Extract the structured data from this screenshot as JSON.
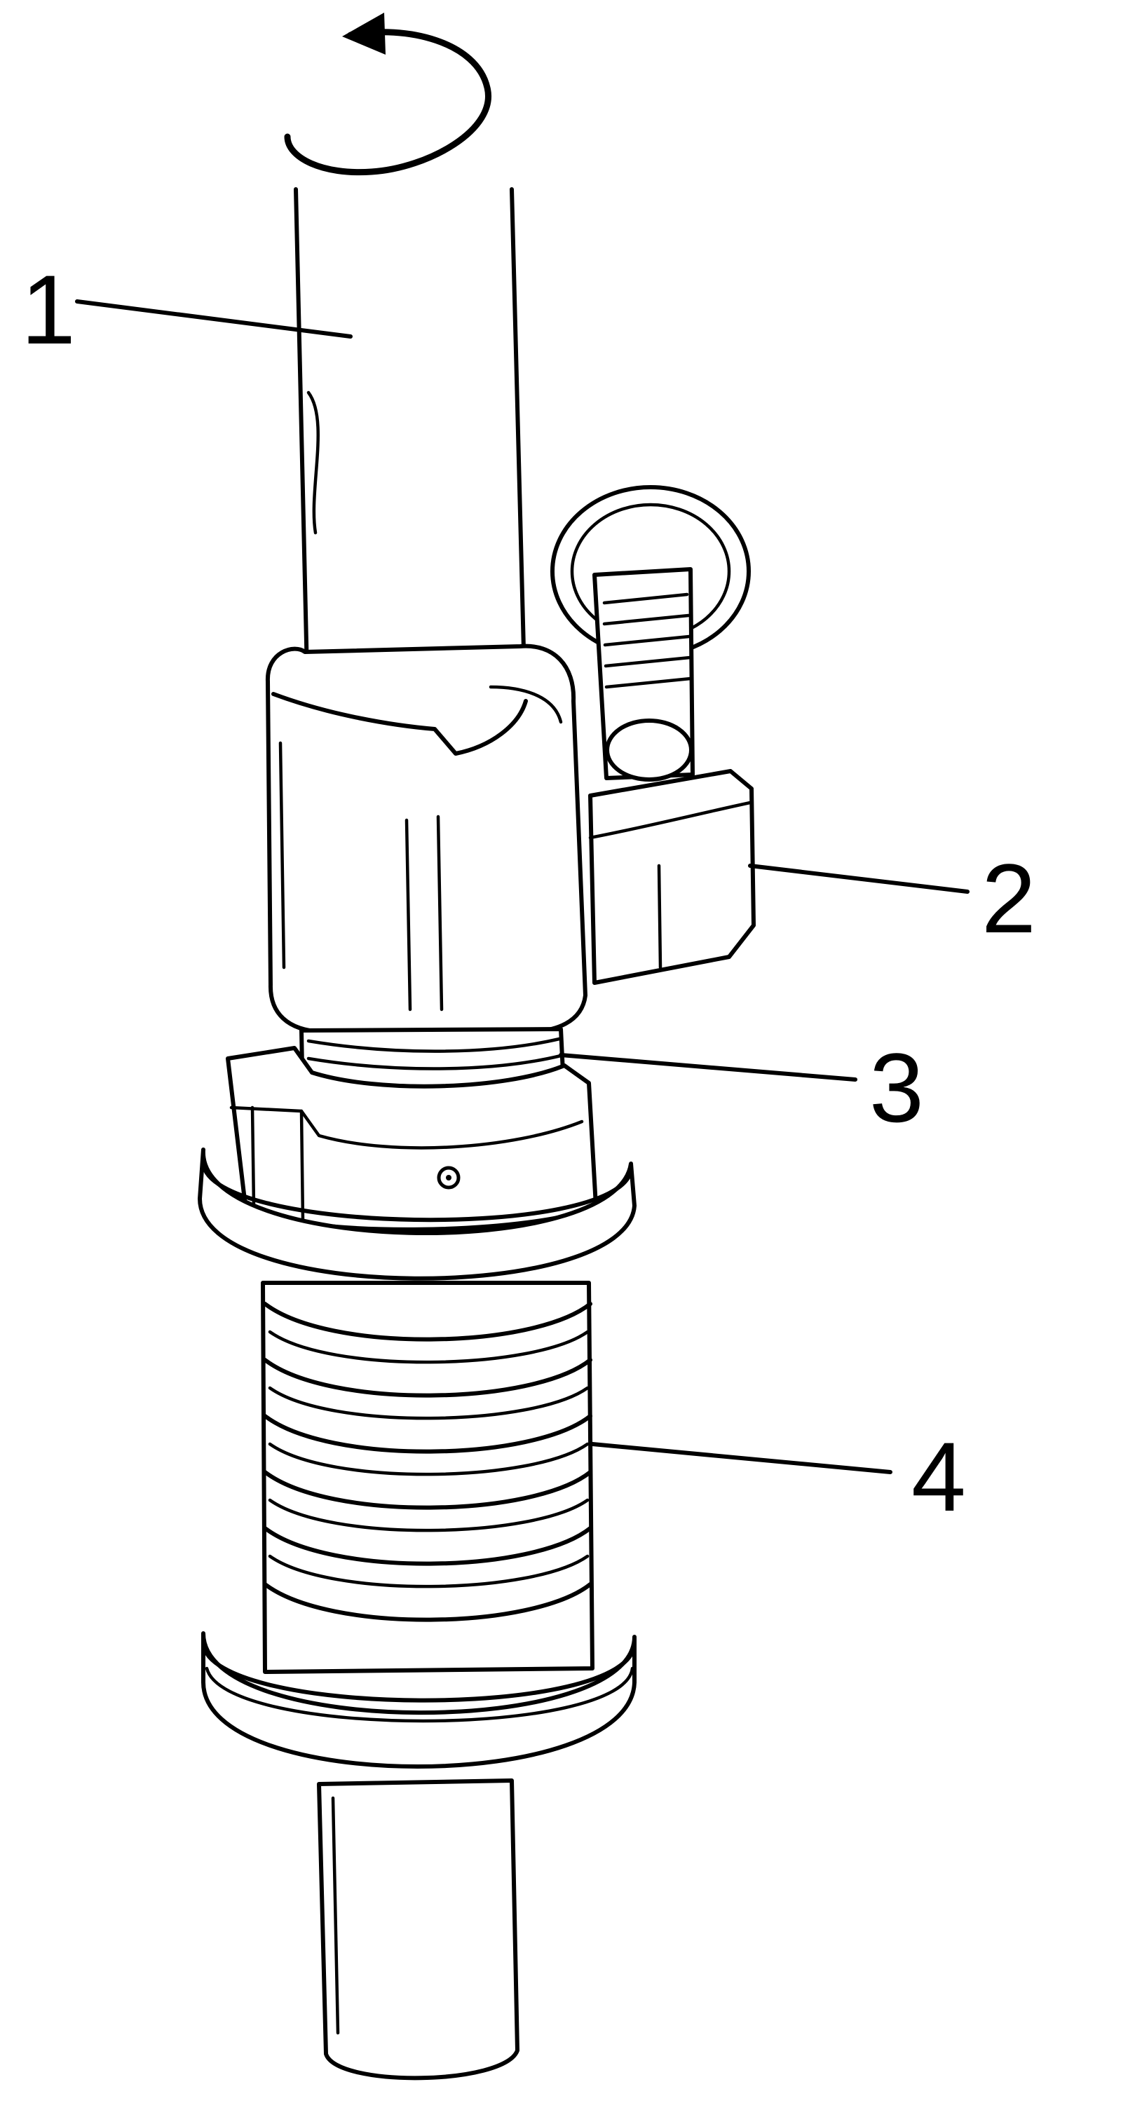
{
  "diagram": {
    "callouts": [
      {
        "id": "1",
        "label": "1"
      },
      {
        "id": "2",
        "label": "2"
      },
      {
        "id": "3",
        "label": "3"
      },
      {
        "id": "4",
        "label": "4"
      }
    ],
    "colors": {
      "line": "#000000",
      "background": "#ffffff"
    },
    "icons": [
      "rotation-arrow-icon"
    ]
  }
}
